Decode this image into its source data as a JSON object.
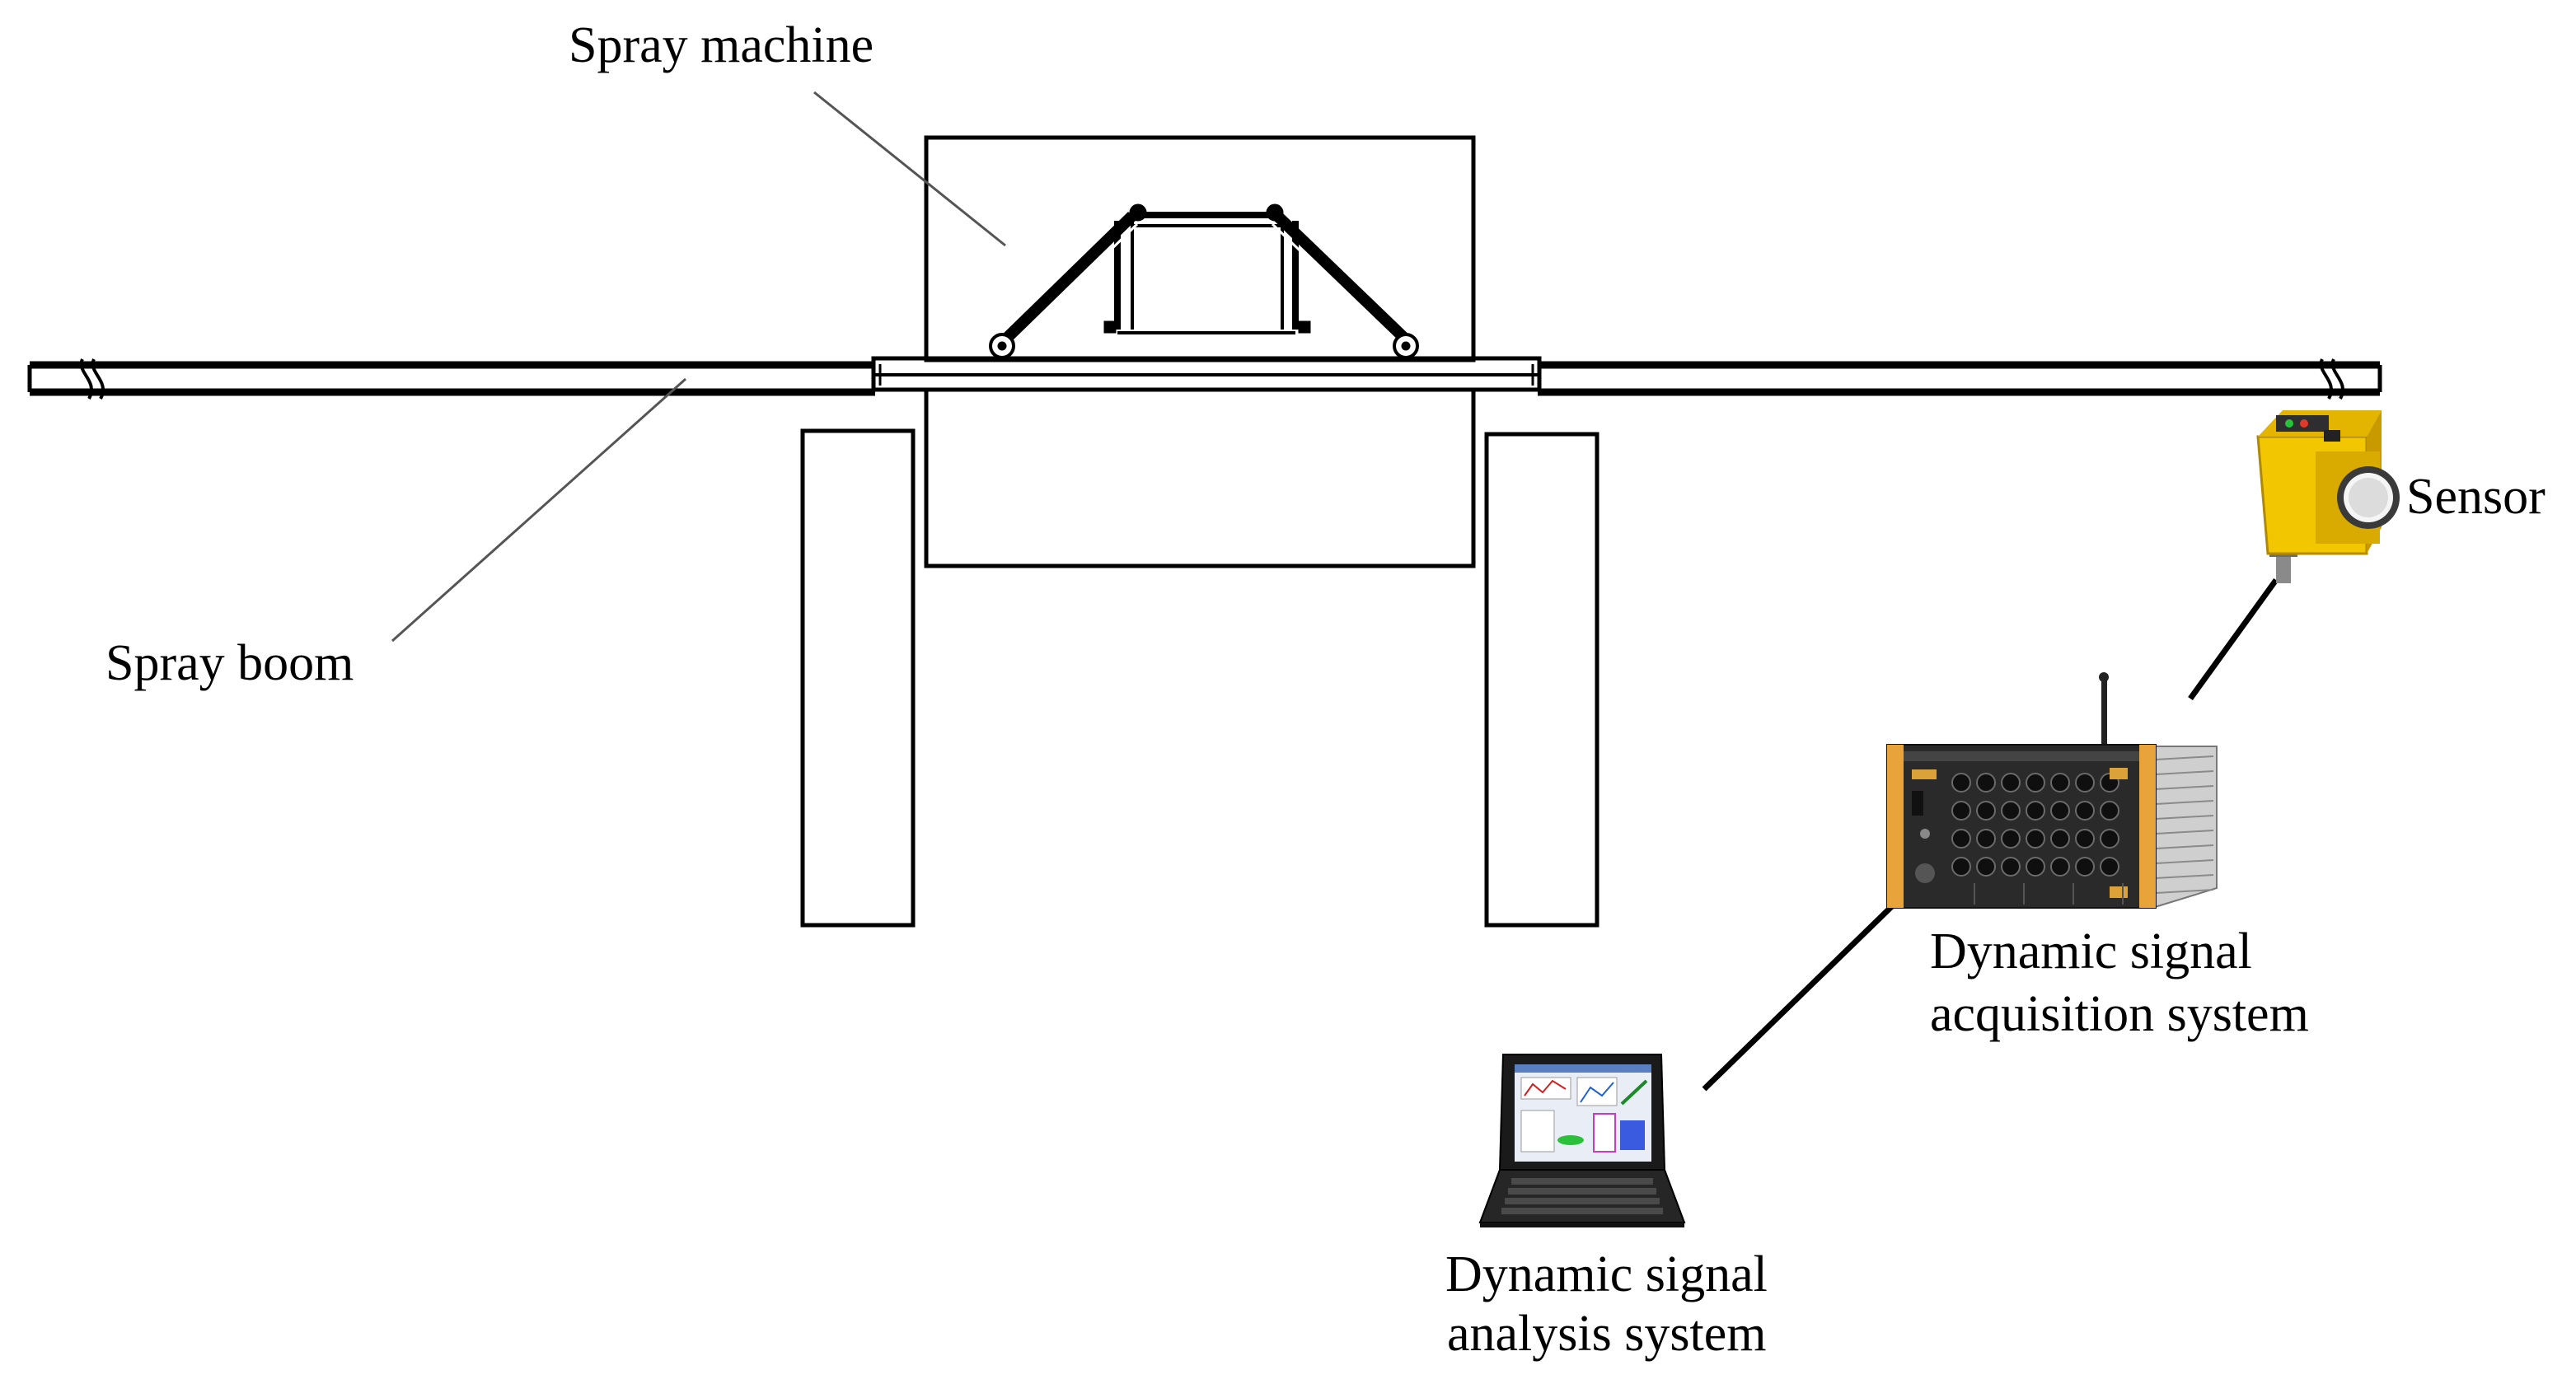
{
  "labels": {
    "spray_machine": "Spray machine",
    "spray_boom": "Spray boom",
    "sensor": "Sensor",
    "acquisition_line1": "Dynamic signal",
    "acquisition_line2": "acquisition system",
    "analysis_line1": "Dynamic signal",
    "analysis_line2": "analysis system"
  },
  "colors": {
    "line": "#000000",
    "sensor_body": "#f2c600",
    "sensor_shadow": "#c99a00",
    "daq_body": "#2a2a2a",
    "daq_frame": "#e8a43a",
    "laptop_body": "#1a1a1a",
    "laptop_screen": "#e9eef6"
  },
  "icons": [
    "sensor-icon",
    "daq-device-icon",
    "laptop-icon"
  ]
}
